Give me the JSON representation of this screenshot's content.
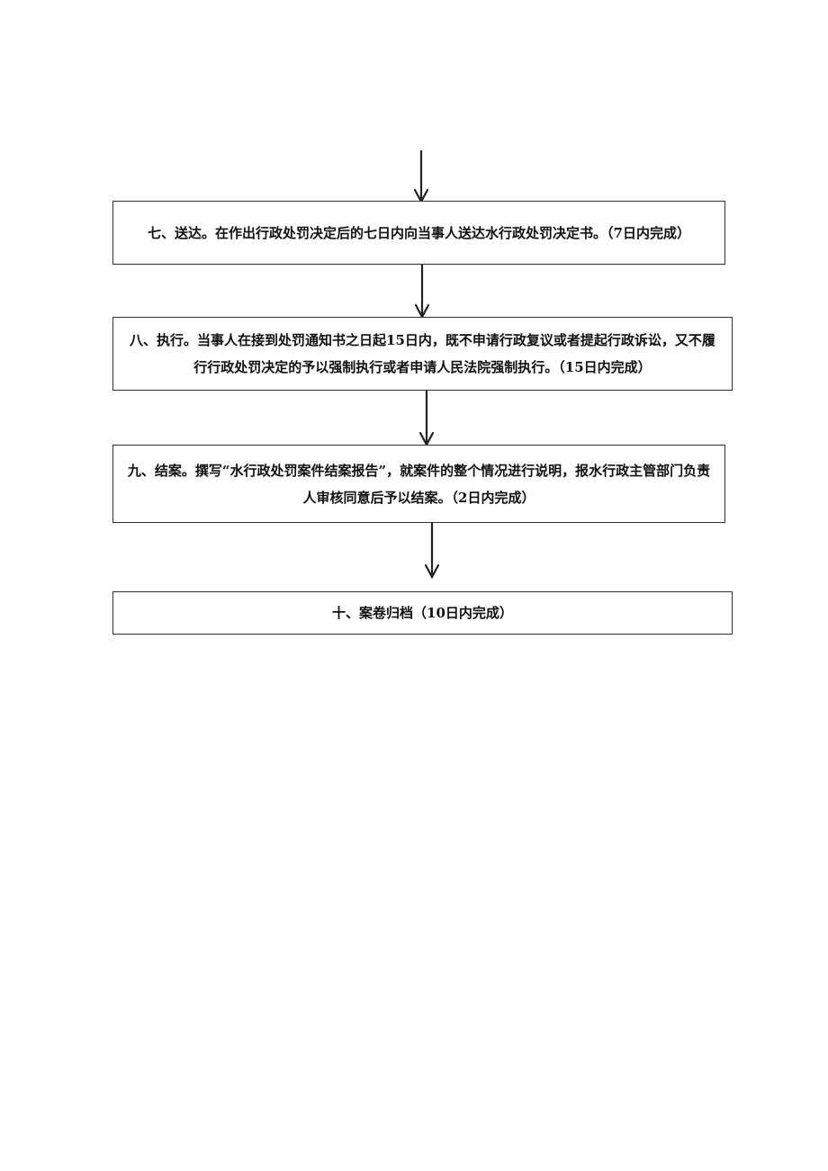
{
  "flowchart": {
    "steps": [
      {
        "id": "step-7",
        "text": "七、送达。在作出行政处罚决定后的七日内向当事人送达水行政处罚决定书。（7日内完成）"
      },
      {
        "id": "step-8",
        "text": "八、执行。当事人在接到处罚通知书之日起15日内，既不申请行政复议或者提起行政诉讼，又不履行行政处罚决定的予以强制执行或者申请人民法院强制执行。（15日内完成）"
      },
      {
        "id": "step-9",
        "text": "九、结案。撰写“水行政处罚案件结案报告”，就案件的整个情况进行说明，报水行政主管部门负责人审核同意后予以结案。（2日内完成）"
      },
      {
        "id": "step-10",
        "text": "十、案卷归档（10日内完成）"
      }
    ],
    "colors": {
      "border": "#333333",
      "arrow": "#222222",
      "text": "#111111"
    }
  }
}
